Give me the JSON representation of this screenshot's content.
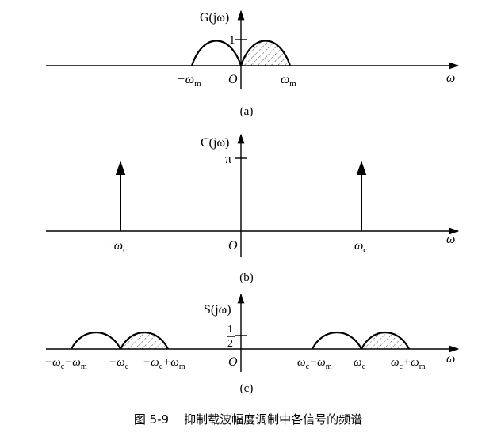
{
  "panel_a": {
    "ylabel": "G(jω)",
    "tick_one": "1",
    "neg_wm": "−ω",
    "neg_wm_sub": "m",
    "origin": "O",
    "pos_wm": "ω",
    "pos_wm_sub": "m",
    "xlabel": "ω",
    "caption": "(a)"
  },
  "panel_b": {
    "ylabel": "C(jω)",
    "tick_pi": "π",
    "neg_wc": "−ω",
    "neg_wc_sub": "c",
    "origin": "O",
    "pos_wc": "ω",
    "pos_wc_sub": "c",
    "xlabel": "ω",
    "caption": "(b)"
  },
  "panel_c": {
    "ylabel": "S(jω)",
    "tick_num": "1",
    "tick_den": "2",
    "labels": [
      {
        "main": "−ω",
        "sub": "c",
        "rest": "−ω",
        "sub2": "m"
      },
      {
        "main": "−ω",
        "sub": "c",
        "rest": "",
        "sub2": ""
      },
      {
        "main": "−ω",
        "sub": "c",
        "rest": "+ω",
        "sub2": "m"
      },
      {
        "main": "ω",
        "sub": "c",
        "rest": "−ω",
        "sub2": "m"
      },
      {
        "main": "ω",
        "sub": "c",
        "rest": "",
        "sub2": ""
      },
      {
        "main": "ω",
        "sub": "c",
        "rest": "+ω",
        "sub2": "m"
      }
    ],
    "origin": "O",
    "xlabel": "ω",
    "caption": "(c)"
  },
  "figure_caption": "图 5-9    抑制载波幅度调制中各信号的频谱"
}
